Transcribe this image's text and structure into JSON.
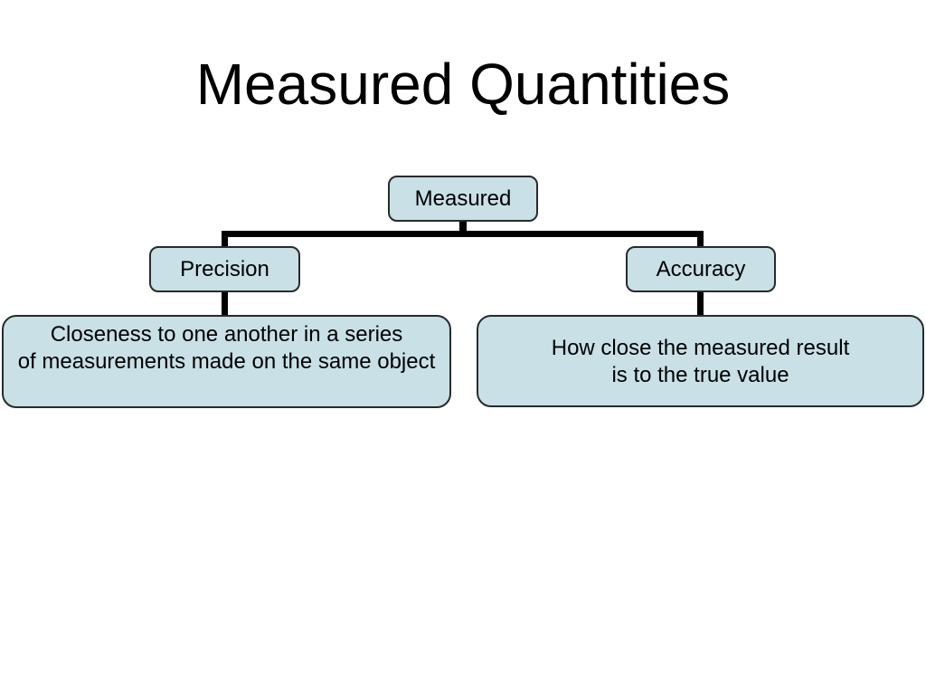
{
  "slide_title": "Measured Quantities",
  "colors": {
    "background": "#ffffff",
    "node_fill": "#c8e0e6",
    "node_border": "#2a2a2a",
    "connector": "#000000",
    "text": "#000000"
  },
  "diagram": {
    "root": {
      "label": "Measured"
    },
    "branches": [
      {
        "label": "Precision",
        "description_line1": "Closeness to one another in a series",
        "description_line2": "of measurements made on the same object"
      },
      {
        "label": "Accuracy",
        "description_line1": "How close the measured result",
        "description_line2": "is to the true value"
      }
    ]
  }
}
